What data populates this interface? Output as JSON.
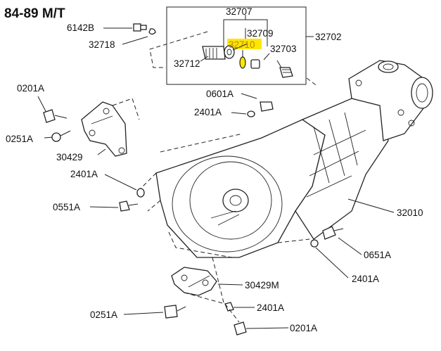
{
  "title": "84-89 M/T",
  "highlight_color": "#ffe600",
  "labels": {
    "p61428": "6142B",
    "p32718": "32718",
    "p32707": "32707",
    "p32709": "32709",
    "p32702": "32702",
    "p32710": "32710",
    "p32703": "32703",
    "p32712": "32712",
    "p0201a_top": "0201A",
    "p0251a_left": "0251A",
    "p30429": "30429",
    "p0601a": "0601A",
    "p2401a_upper": "2401A",
    "p2401a_left": "2401A",
    "p0551a": "0551A",
    "p32010": "32010",
    "p0651a": "0651A",
    "p2401a_right": "2401A",
    "p30429m": "30429M",
    "p0251a_bottom": "0251A",
    "p2401a_bottom": "2401A",
    "p0201a_bottom": "0201A"
  }
}
